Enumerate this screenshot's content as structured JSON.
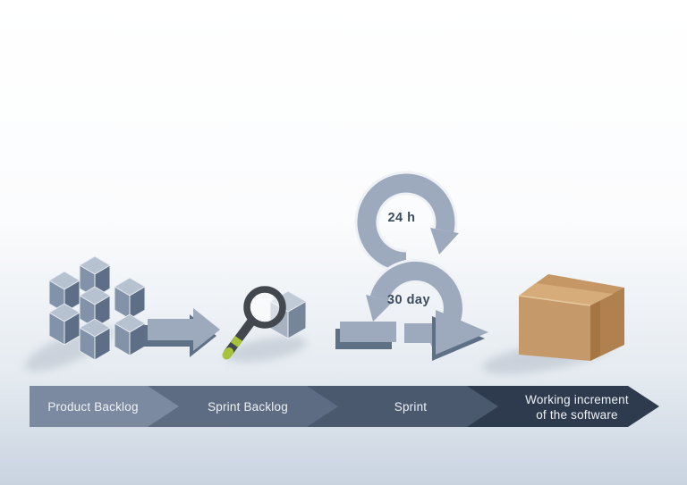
{
  "process": {
    "stages": [
      {
        "id": "product-backlog",
        "label": "Product Backlog",
        "icon": "cubes-stack",
        "banner_color": "#7b8aa0"
      },
      {
        "id": "sprint-backlog",
        "label": "Sprint Backlog",
        "icon": "magnifier-cube",
        "banner_color": "#5d6c82"
      },
      {
        "id": "sprint",
        "label": "Sprint",
        "icon": "sprint-loop",
        "banner_color": "#4a596e",
        "annotations": {
          "daily": "24 h",
          "cycle": "30 day"
        }
      },
      {
        "id": "working-increment",
        "label": "Working increment of the software",
        "label_lines": [
          "Working increment",
          "of the software"
        ],
        "icon": "package-box",
        "banner_color": "#2e3a4d"
      }
    ],
    "banner_text_color": "#eef2f6",
    "annotation_text_color": "#3c4c60",
    "arrow_color": "#9da9bd",
    "arrow_shadow_color": "#5e7086",
    "cube_colors": {
      "top": "#b7c2d1",
      "left": "#8292a8",
      "right": "#5d6e86"
    },
    "box_colors": {
      "front": "#c6996b",
      "side": "#b0804e",
      "lid": "#d7ac7b"
    },
    "background": {
      "top": "#ffffff",
      "bottom": "#c9d3e0"
    }
  }
}
